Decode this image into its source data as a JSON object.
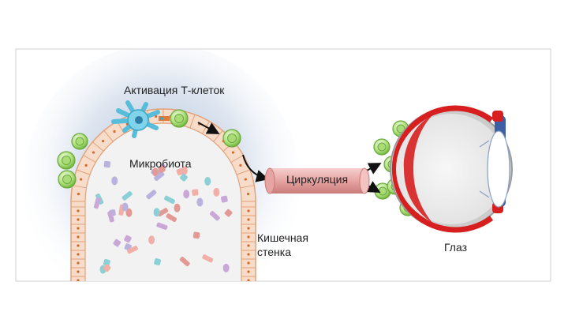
{
  "labels": {
    "t_cell_activation": "Активация Т-клеток",
    "microbiota": "Микробиота",
    "intestinal_wall_line1": "Кишечная",
    "intestinal_wall_line2": "стенка",
    "circulation": "Циркуляция",
    "eye": "Глаз"
  },
  "colors": {
    "frame_border": "#cfcfcf",
    "glow": "#8fa6c9",
    "wall_fill": "#f6dcc9",
    "wall_border": "#e2a27a",
    "wall_dot": "#d6682c",
    "lumen": "#f2f2f2",
    "dendritic_cell": "#7fd3ea",
    "t_cell_green": "#9fd86a",
    "tube": "#e8a8a6",
    "eye_red": "#d81f1f",
    "eye_blue": "#3d5fa6"
  },
  "icons": {
    "dendritic_cell": "dendritic-cell-icon",
    "t_cell": "t-cell-icon",
    "eye": "eye-icon",
    "tube": "circulation-tube-icon"
  }
}
